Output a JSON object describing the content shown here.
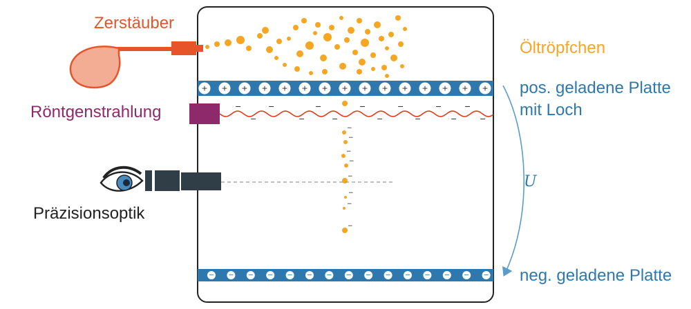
{
  "labels": {
    "atomizer": "Zerstäuber",
    "xray": "Röntgenstrahlung",
    "optics": "Präzisionsoptik",
    "droplets": "Öltröpfchen",
    "pos_plate_line1": "pos. geladene Platte",
    "pos_plate_line2": "mit Loch",
    "neg_plate": "neg. geladene Platte",
    "voltage": "U"
  },
  "colors": {
    "atomizer": "#e8542a",
    "atomizer_bulb": "#f2ad94",
    "xray": "#8e2a6b",
    "xray_wave": "#dd3b1b",
    "optics_text": "#222222",
    "camera": "#2f3e47",
    "droplet": "#f5a623",
    "plate": "#2f78ad",
    "plate_text": "#2f78ad",
    "voltage_arrow": "#5b9cc9",
    "chamber_border": "#222222"
  },
  "icons": {
    "eye": "eye-icon",
    "camera": "camera-icon",
    "atomizer": "spray-bulb-icon"
  },
  "symbols": {
    "positive": "+",
    "negative": "−"
  }
}
